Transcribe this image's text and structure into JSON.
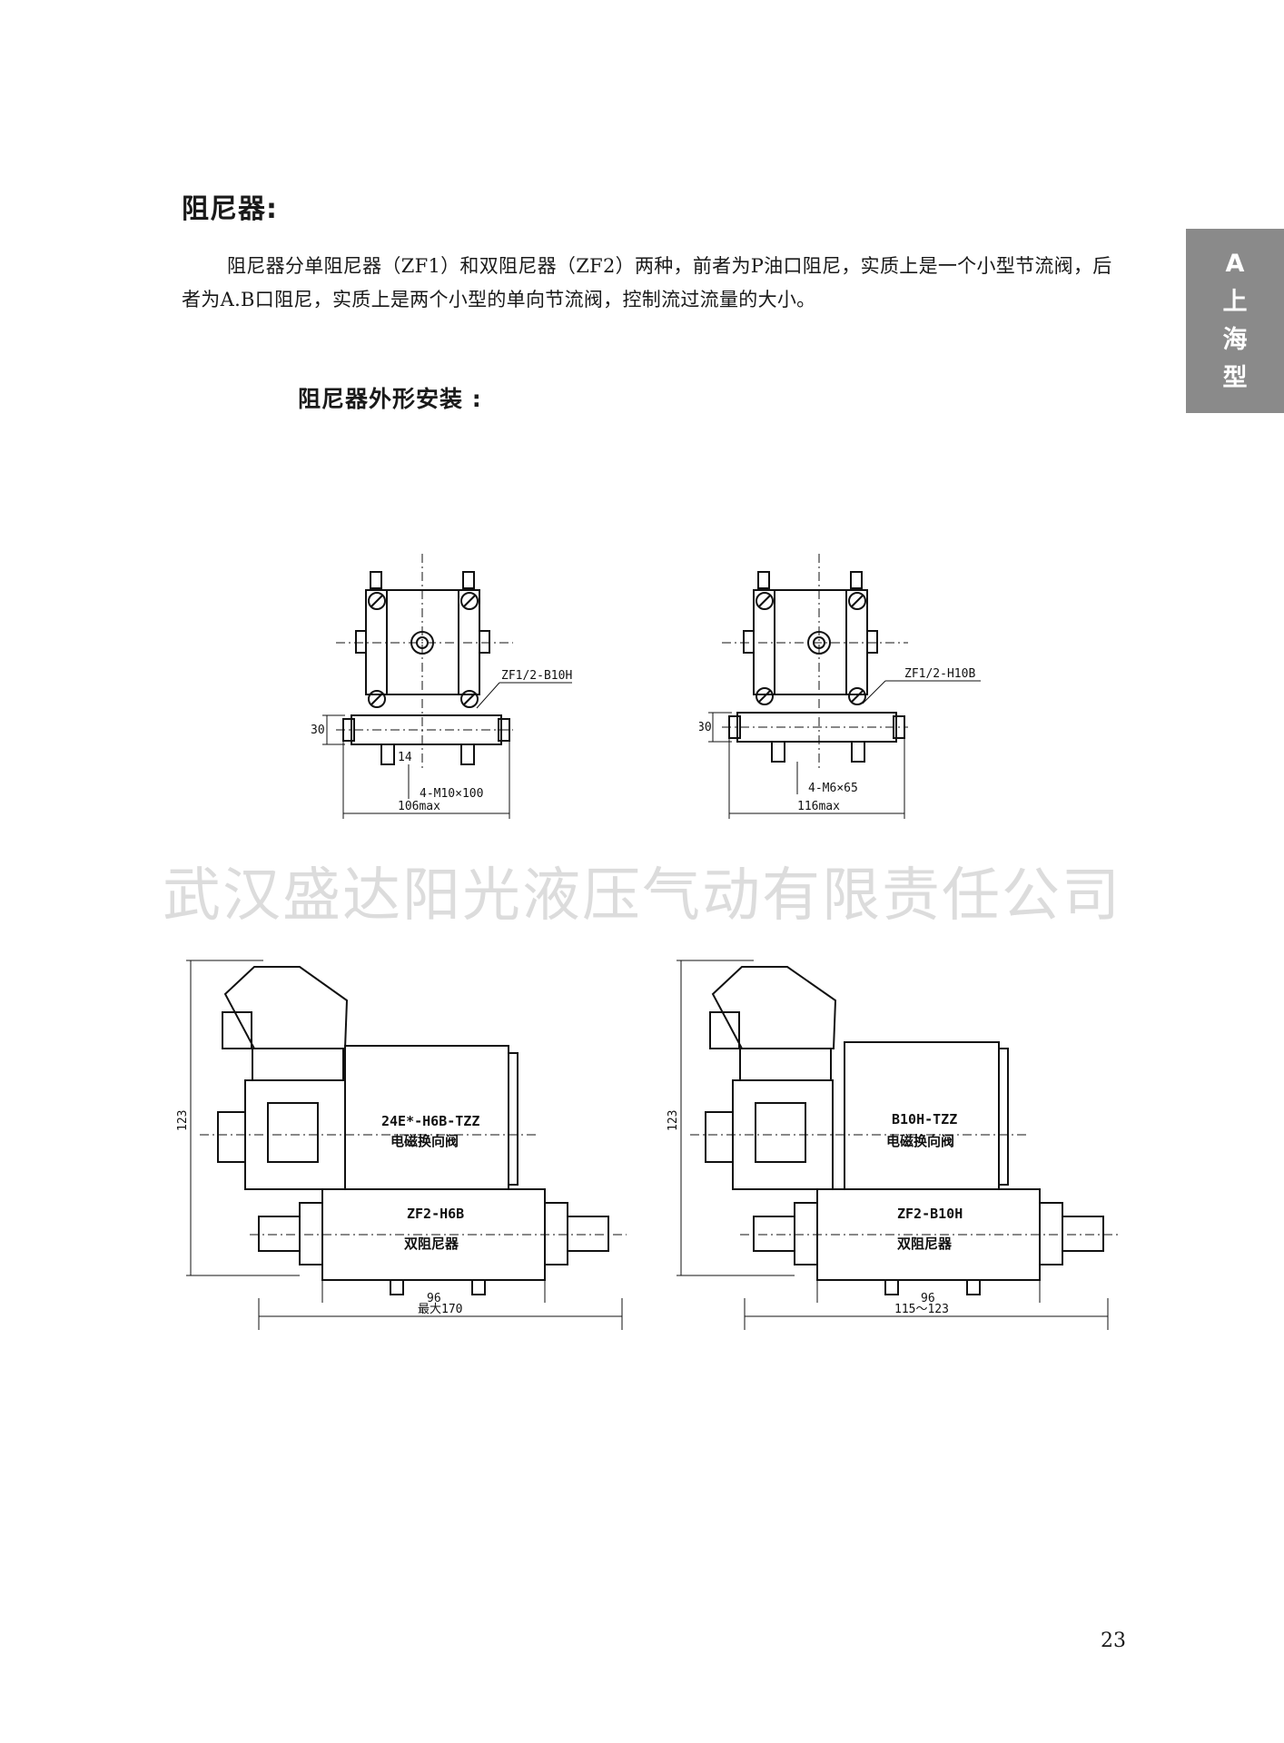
{
  "heading": "阻尼器:",
  "intro": "阻尼器分单阻尼器（ZF1）和双阻尼器（ZF2）两种，前者为P油口阻尼，实质上是一个小型节流阀，后者为A.B口阻尼，实质上是两个小型的单向节流阀，控制流过流量的大小。",
  "subheading": "阻尼器外形安装 :",
  "side_tab": {
    "letter": "A",
    "chars": [
      "上",
      "海",
      "型"
    ]
  },
  "watermark": "武汉盛达阳光液压气动有限责任公司",
  "page_number": "23",
  "drawings": {
    "top_left": {
      "model": "ZF1/2-B10H",
      "height": "30",
      "depth": "14",
      "bolts": "4-M10×100",
      "width": "106max"
    },
    "top_right": {
      "model": "ZF1/2-H10B",
      "height": "30",
      "bolts": "4-M6×65",
      "width": "116max"
    },
    "bottom_left": {
      "valve_model": "24E*-H6B-TZZ",
      "valve_name": "电磁换向阀",
      "damper_model": "ZF2-H6B",
      "damper_name": "双阻尼器",
      "height": "123",
      "body_width": "96",
      "overall_width": "最大170"
    },
    "bottom_right": {
      "valve_model": "B10H-TZZ",
      "valve_name": "电磁换向阀",
      "damper_model": "ZF2-B10H",
      "damper_name": "双阻尼器",
      "height": "123",
      "body_width": "96",
      "overall_width": "115～123"
    }
  }
}
